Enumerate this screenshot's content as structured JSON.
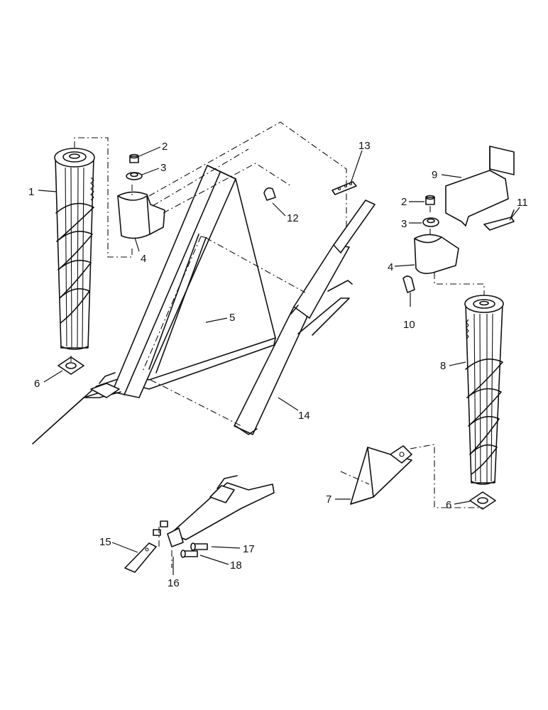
{
  "diagram": {
    "callouts": {
      "c1": "1",
      "c2a": "2",
      "c3a": "3",
      "c4a": "4",
      "c5": "5",
      "c6a": "6",
      "c7": "7",
      "c8": "8",
      "c9": "9",
      "c10": "10",
      "c11": "11",
      "c12": "12",
      "c13": "13",
      "c14": "14",
      "c15": "15",
      "c16": "16",
      "c17": "17",
      "c18": "18",
      "c2b": "2",
      "c3b": "3",
      "c4b": "4",
      "c6b": "6"
    }
  }
}
